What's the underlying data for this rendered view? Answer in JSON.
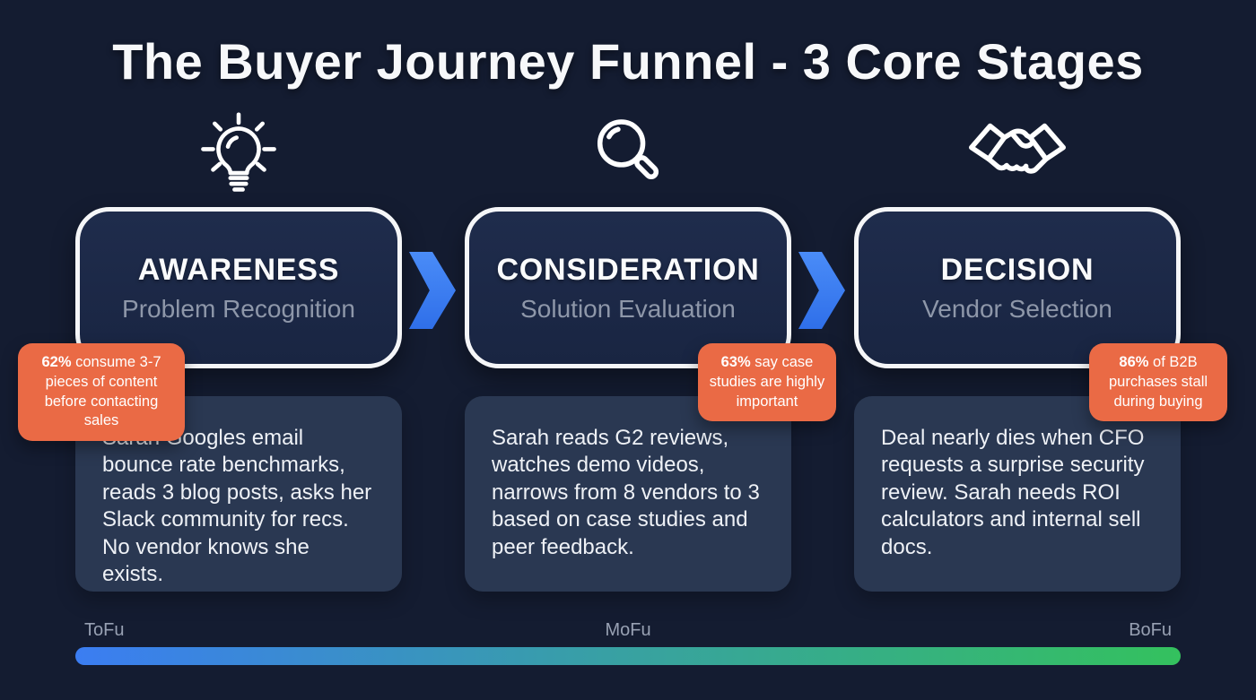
{
  "title": "The Buyer Journey Funnel - 3 Core Stages",
  "stages": [
    {
      "name": "AWARENESS",
      "subtitle": "Problem Recognition",
      "icon": "lightbulb-icon",
      "stat_bold": "62%",
      "stat_rest": " consume 3-7 pieces of content before contacting sales",
      "description": "Sarah Googles email bounce rate benchmarks, reads 3 blog posts, asks her Slack community for recs. No vendor knows she exists."
    },
    {
      "name": "CONSIDERATION",
      "subtitle": "Solution Evaluation",
      "icon": "magnifier-icon",
      "stat_bold": "63%",
      "stat_rest": " say case studies are highly important",
      "description": "Sarah reads G2 reviews, watches demo videos, narrows from 8 vendors to 3 based on case studies and peer feedback."
    },
    {
      "name": "DECISION",
      "subtitle": "Vendor Selection",
      "icon": "handshake-icon",
      "stat_bold": "86%",
      "stat_rest": " of B2B purchases stall during buying",
      "description": "Deal nearly dies when CFO requests a surprise security review. Sarah needs ROI calculators and internal sell docs."
    }
  ],
  "funnel_labels": {
    "left": "ToFu",
    "middle": "MoFu",
    "right": "BoFu"
  },
  "colors": {
    "background": "#141c31",
    "stage_box_fill": "#1d2a48",
    "stage_box_border": "#f5f6f8",
    "card_fill": "#2a3852",
    "badge_orange": "#ea6a45",
    "chevron_blue": "#3b82f6",
    "bar_gradient_start": "#3b7df2",
    "bar_gradient_mid": "#38a0a4",
    "bar_gradient_end": "#34c15e",
    "subtitle_gray": "#8e97a9",
    "label_gray": "#98a1b3"
  }
}
